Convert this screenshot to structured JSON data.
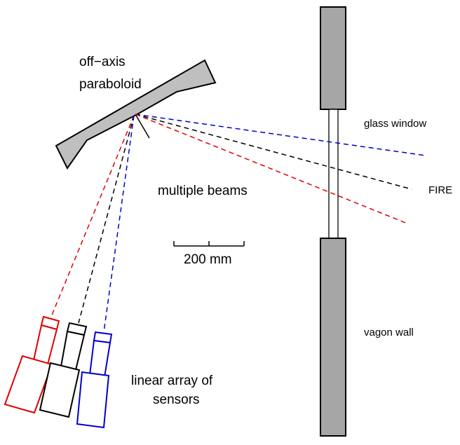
{
  "labels": {
    "mirror_line1": "off−axis",
    "mirror_line2": "paraboloid",
    "beams": "multiple beams",
    "scale": "200 mm",
    "window": "glass window",
    "target": "FIRE",
    "wall": "vagon wall",
    "sensors_line1": "linear array of",
    "sensors_line2": "sensors"
  },
  "colors": {
    "red": "#e00000",
    "black": "#000000",
    "blue": "#0000cc",
    "fill_gray": "#bfbfbf",
    "wall_gray": "#a6a6a6"
  }
}
